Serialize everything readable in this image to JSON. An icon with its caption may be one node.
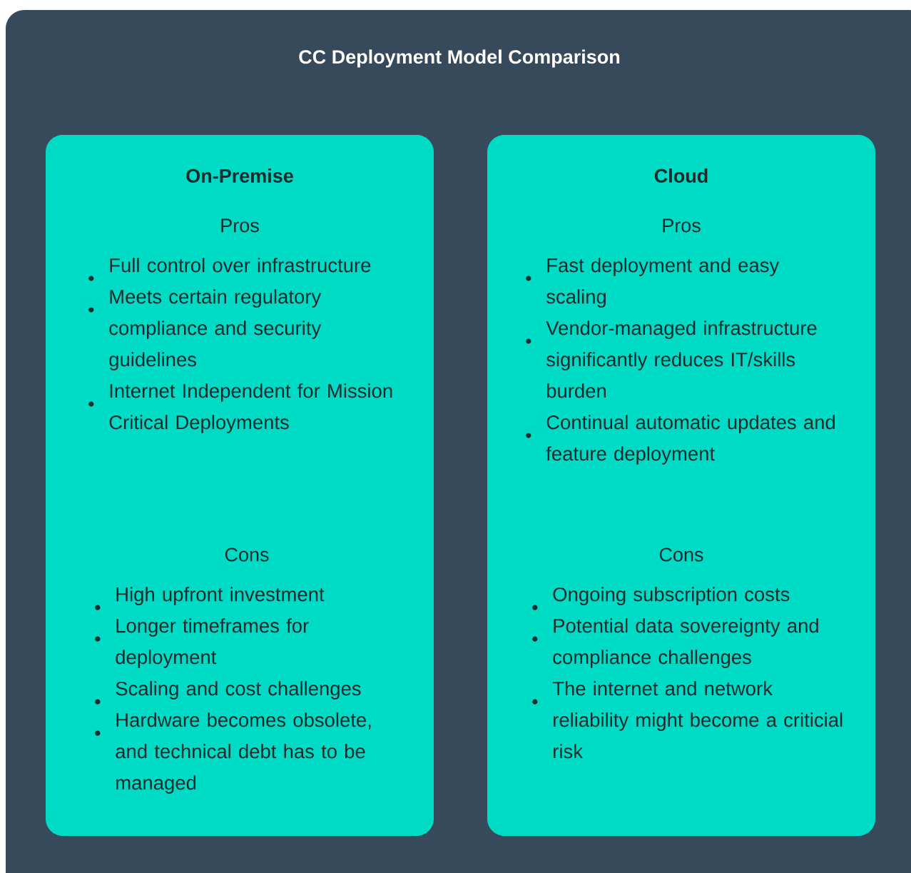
{
  "diagram": {
    "title": "CC Deployment Model Comparison",
    "nodes": [
      {
        "text": [
          "On-Premise",
          "Pros",
          "Full control over infrastructure",
          "Meets certain regulatory compliance and security guidelines",
          "Internet Independent for Mission Critical Deployments",
          "Cons",
          "High upfront investment",
          "Longer timeframes for deployment",
          "Scaling and cost challenges",
          "Hardware becomes obsolete, and technical debt has to be managed"
        ]
      },
      {
        "text": [
          "Cloud",
          "Pros",
          "Fast deployment and easy scaling",
          "Vendor-managed infrastructure significantly reduces IT/skills burden",
          "Continual automatic updates and feature deployment",
          "Cons",
          "Ongoing subscription costs",
          "Potential data sovereignty and compliance challenges",
          "The internet and network reliability might become a criticial risk"
        ]
      }
    ]
  }
}
